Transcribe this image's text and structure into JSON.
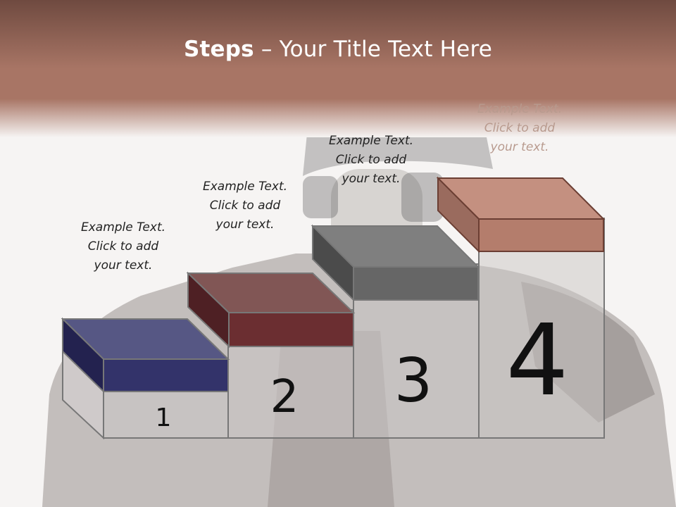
{
  "slide": {
    "title_bold": "Steps",
    "title_rest": " – Your Title Text Here"
  },
  "steps": [
    {
      "number": "1",
      "caption": [
        "Example Text.",
        "Click  to add",
        "your text."
      ],
      "color": "#33336a"
    },
    {
      "number": "2",
      "caption": [
        "Example Text.",
        "Click  to add",
        "your text."
      ],
      "color": "#6b2e31"
    },
    {
      "number": "3",
      "caption": [
        "Example Text.",
        "Click  to add",
        "your text."
      ],
      "color": "#666666"
    },
    {
      "number": "4",
      "caption": [
        "Example Text.",
        "Click  to add",
        "your text."
      ],
      "color": "#c49080"
    }
  ],
  "colors": {
    "header_band": "#a06c5e",
    "background": "#f6f4f3"
  }
}
